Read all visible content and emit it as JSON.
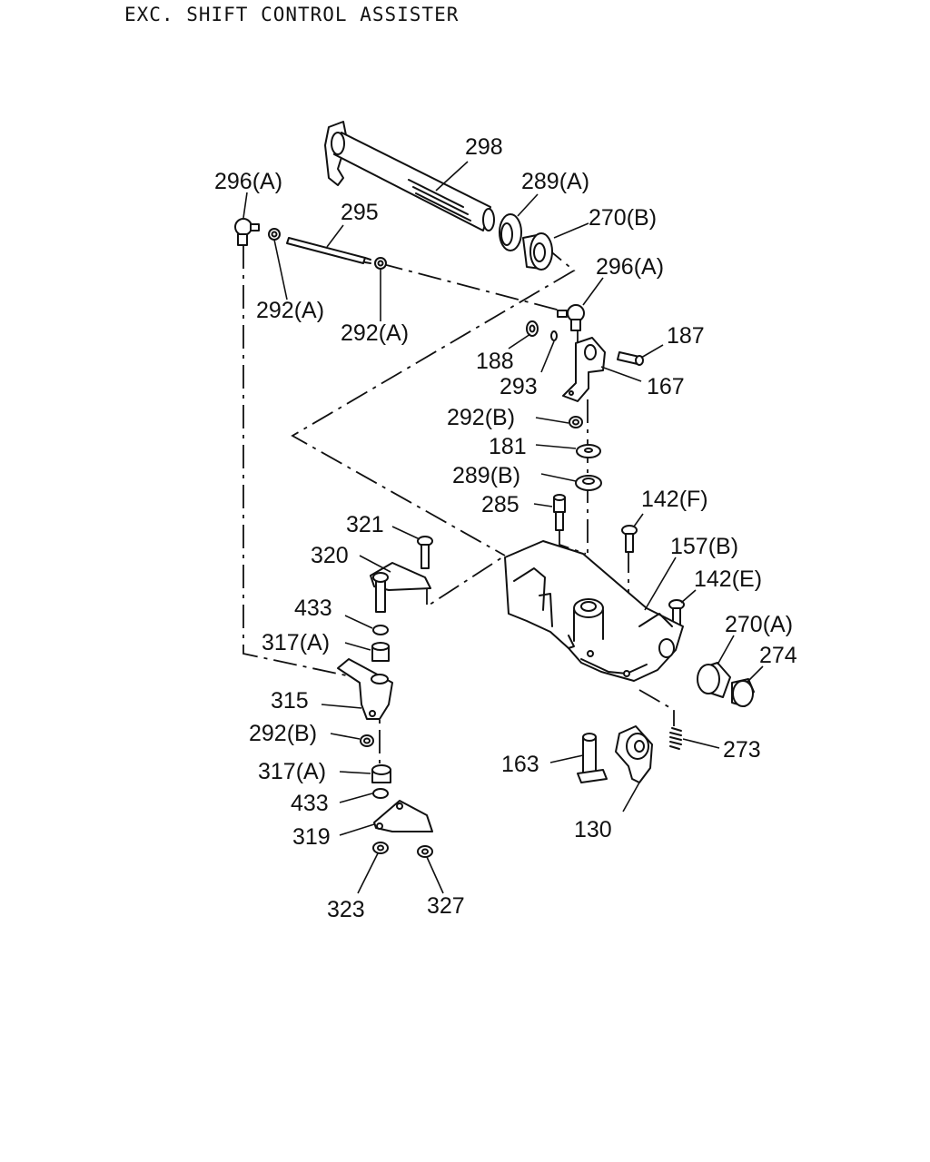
{
  "title": "EXC. SHIFT CONTROL ASSISTER",
  "callouts": [
    {
      "id": "298",
      "label": "298"
    },
    {
      "id": "296a-top",
      "label": "296(A)"
    },
    {
      "id": "289a",
      "label": "289(A)"
    },
    {
      "id": "295",
      "label": "295"
    },
    {
      "id": "270b",
      "label": "270(B)"
    },
    {
      "id": "296a-right",
      "label": "296(A)"
    },
    {
      "id": "292a-left",
      "label": "292(A)"
    },
    {
      "id": "292a-mid",
      "label": "292(A)"
    },
    {
      "id": "187",
      "label": "187"
    },
    {
      "id": "188",
      "label": "188"
    },
    {
      "id": "293",
      "label": "293"
    },
    {
      "id": "167",
      "label": "167"
    },
    {
      "id": "292b-top",
      "label": "292(B)"
    },
    {
      "id": "181",
      "label": "181"
    },
    {
      "id": "289b",
      "label": "289(B)"
    },
    {
      "id": "285",
      "label": "285"
    },
    {
      "id": "142f",
      "label": "142(F)"
    },
    {
      "id": "321",
      "label": "321"
    },
    {
      "id": "157b",
      "label": "157(B)"
    },
    {
      "id": "320",
      "label": "320"
    },
    {
      "id": "142e",
      "label": "142(E)"
    },
    {
      "id": "433-top",
      "label": "433"
    },
    {
      "id": "270a",
      "label": "270(A)"
    },
    {
      "id": "317a-top",
      "label": "317(A)"
    },
    {
      "id": "274",
      "label": "274"
    },
    {
      "id": "315",
      "label": "315"
    },
    {
      "id": "292b-bottom",
      "label": "292(B)"
    },
    {
      "id": "273",
      "label": "273"
    },
    {
      "id": "163",
      "label": "163"
    },
    {
      "id": "317a-bottom",
      "label": "317(A)"
    },
    {
      "id": "433-bottom",
      "label": "433"
    },
    {
      "id": "130",
      "label": "130"
    },
    {
      "id": "319",
      "label": "319"
    },
    {
      "id": "323",
      "label": "323"
    },
    {
      "id": "327",
      "label": "327"
    }
  ]
}
